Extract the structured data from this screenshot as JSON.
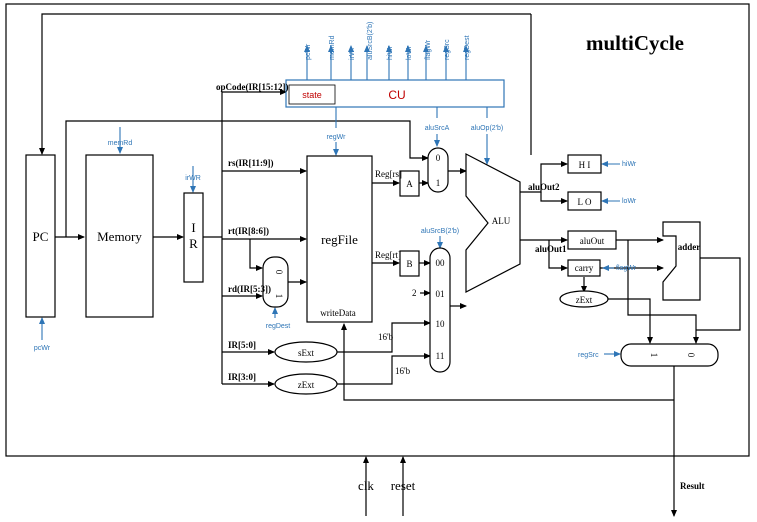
{
  "title": "multiCycle",
  "blocks": {
    "pc": "PC",
    "memory": "Memory",
    "ir_top": "I",
    "ir_bottom": "R",
    "regfile": "regFile",
    "write_data": "writeData",
    "reg_a": "A",
    "reg_b": "B",
    "alu": "ALU",
    "cu": "CU",
    "state": "state",
    "h_reg": "H I",
    "l_reg": "L O",
    "alu_out": "aluOut",
    "carry": "carry",
    "zext_carry": "zExt",
    "sext": "sExt",
    "zext": "zExt",
    "adder": "adder"
  },
  "mux": {
    "alu_a_in0": "0",
    "alu_a_in1": "1",
    "dest_in0": "0",
    "dest_in1": "1",
    "alu_b_in00": "00",
    "alu_b_in01": "01",
    "alu_b_in10": "10",
    "alu_b_in11": "11",
    "result_in1": "1",
    "result_in0": "0"
  },
  "wires": {
    "opcode": "opCode(IR[15:12])",
    "rs": "rs(IR[11:9])",
    "rt": "rt(IR[8:6])",
    "rd": "rd(IR[5:3])",
    "ir50": "IR[5:0]",
    "ir30": "IR[3:0]",
    "reg_rs": "Reg[rs]",
    "reg_rt": "Reg[rt]",
    "alu_out1": "aluOut1",
    "alu_out2": "aluOut2",
    "bits16_a": "16'b",
    "bits16_b": "16'b",
    "const_two": "2"
  },
  "control": {
    "pcwr_out": "pcWr",
    "memrd_out": "memRd",
    "irwr_out": "irWr",
    "alusrcb_out": "aluSrcB(2'b)",
    "hiwr_out": "hiWr",
    "lowr_out": "loWr",
    "flagwr_out": "flagWr",
    "regsrc_out": "regSrc",
    "regdest_out": "regDest",
    "regwr_out": "regWr",
    "alusrca_out": "aluSrcA",
    "aluop_out": "aluOp(2'b)",
    "memrd_in": "memRd",
    "irwr_in": "irWR",
    "pcwr_in": "pcWr",
    "regwr_in": "regWr",
    "regdest_in": "regDest",
    "alusrca_in": "aluSrcA",
    "alusrcb_in": "aluSrcB(2'b)",
    "aluop_in": "aluOp(2'b)",
    "hiwr_in": "hiWr",
    "lowr_in": "loWr",
    "flagwr_in": "flagWr",
    "regsrc_in": "regSrc"
  },
  "inputs": {
    "clk": "clk",
    "reset": "reset"
  },
  "output": {
    "result": "Result"
  }
}
